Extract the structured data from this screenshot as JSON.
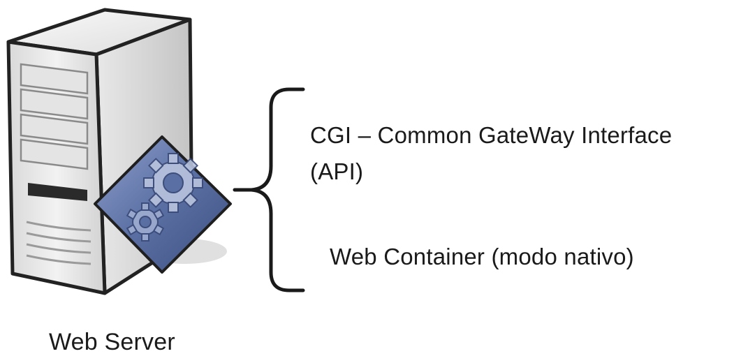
{
  "server": {
    "label": "Web Server",
    "icon": "server-tower-with-gear-badge-icon"
  },
  "brace": {
    "icon": "curly-brace-icon"
  },
  "options": [
    {
      "lines": [
        "CGI – Common GateWay Interface",
        "(API)"
      ]
    },
    {
      "lines": [
        "Web Container (modo nativo)"
      ]
    }
  ],
  "colors": {
    "server_body": "#e6e6e6",
    "server_shadow": "#b5b5b5",
    "gear_badge": "#5a6fa3",
    "text": "#1a1a1a"
  }
}
